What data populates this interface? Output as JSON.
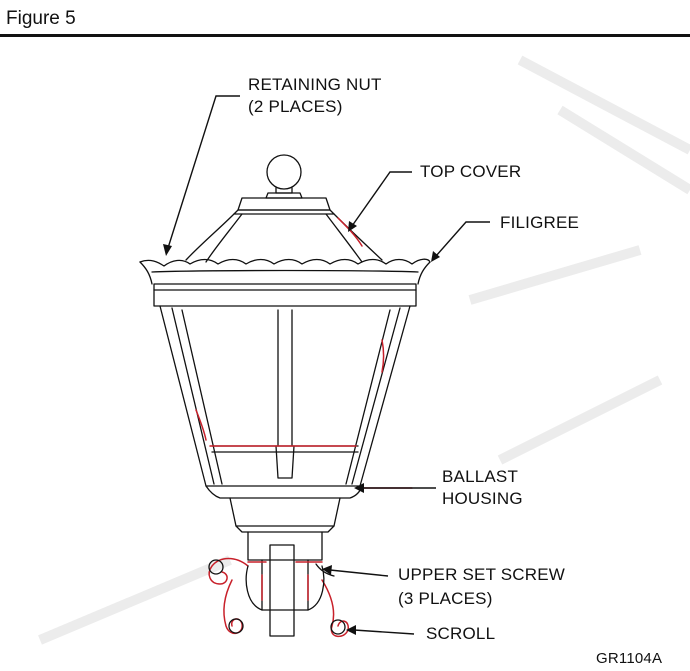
{
  "figure": {
    "title": "Figure 5",
    "drawing_number": "GR1104A"
  },
  "callouts": {
    "retaining_nut": {
      "line1": "RETAINING NUT",
      "line2": "(2 PLACES)"
    },
    "top_cover": {
      "line1": "TOP COVER"
    },
    "filigree": {
      "line1": "FILIGREE"
    },
    "ballast_housing": {
      "line1": "BALLAST",
      "line2": "HOUSING"
    },
    "upper_set_screw": {
      "line1": "UPPER SET SCREW",
      "line2": "(3 PLACES)"
    },
    "scroll": {
      "line1": "SCROLL"
    }
  },
  "colors": {
    "ink": "#111111",
    "highlight": "#c8202a",
    "watermark": "#ececec"
  }
}
